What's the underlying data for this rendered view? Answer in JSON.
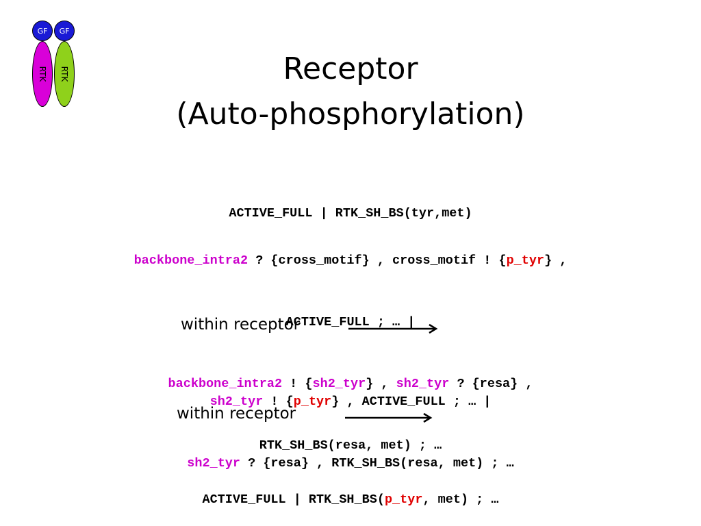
{
  "logo": {
    "gf_left": "GF",
    "gf_right": "GF",
    "rtk_left": "RTK",
    "rtk_right": "RTK",
    "colors": {
      "gf": "#1a1ad6",
      "rtk_left": "#d900d9",
      "rtk_right": "#8fd11b"
    }
  },
  "title": {
    "line1": "Receptor",
    "line2": "(Auto-phosphorylation)"
  },
  "rule1": {
    "line1": "ACTIVE_FULL | RTK_SH_BS(tyr,met)"
  },
  "rule2": {
    "l1_a": "backbone_intra2",
    "l1_b": " ? {cross_motif} , cross_motif ! {",
    "l1_c": "p_tyr",
    "l1_d": "} ,",
    "l2": "ACTIVE_FULL ; … |",
    "l3_a": "backbone_intra2",
    "l3_b": " ! {",
    "l3_c": "sh2_tyr",
    "l3_d": "} , ",
    "l3_e": "sh2_tyr",
    "l3_f": " ? {resa} ,",
    "l4": "RTK_SH_BS(resa, met) ; …"
  },
  "within1": "within receptor",
  "rule3": {
    "l1_a": "sh2_tyr",
    "l1_b": " ! {",
    "l1_c": "p_tyr",
    "l1_d": "} , ACTIVE_FULL ; … |",
    "l2_a": "sh2_tyr",
    "l2_b": " ? {resa} , RTK_SH_BS(resa, met) ; …"
  },
  "within2": "within receptor",
  "rule4": {
    "a": "ACTIVE_FULL | RTK_SH_BS(",
    "b": "p_tyr",
    "c": ", met) ; …"
  },
  "colors": {
    "highlight": "#cc00cc",
    "emphasis": "#e00000"
  }
}
